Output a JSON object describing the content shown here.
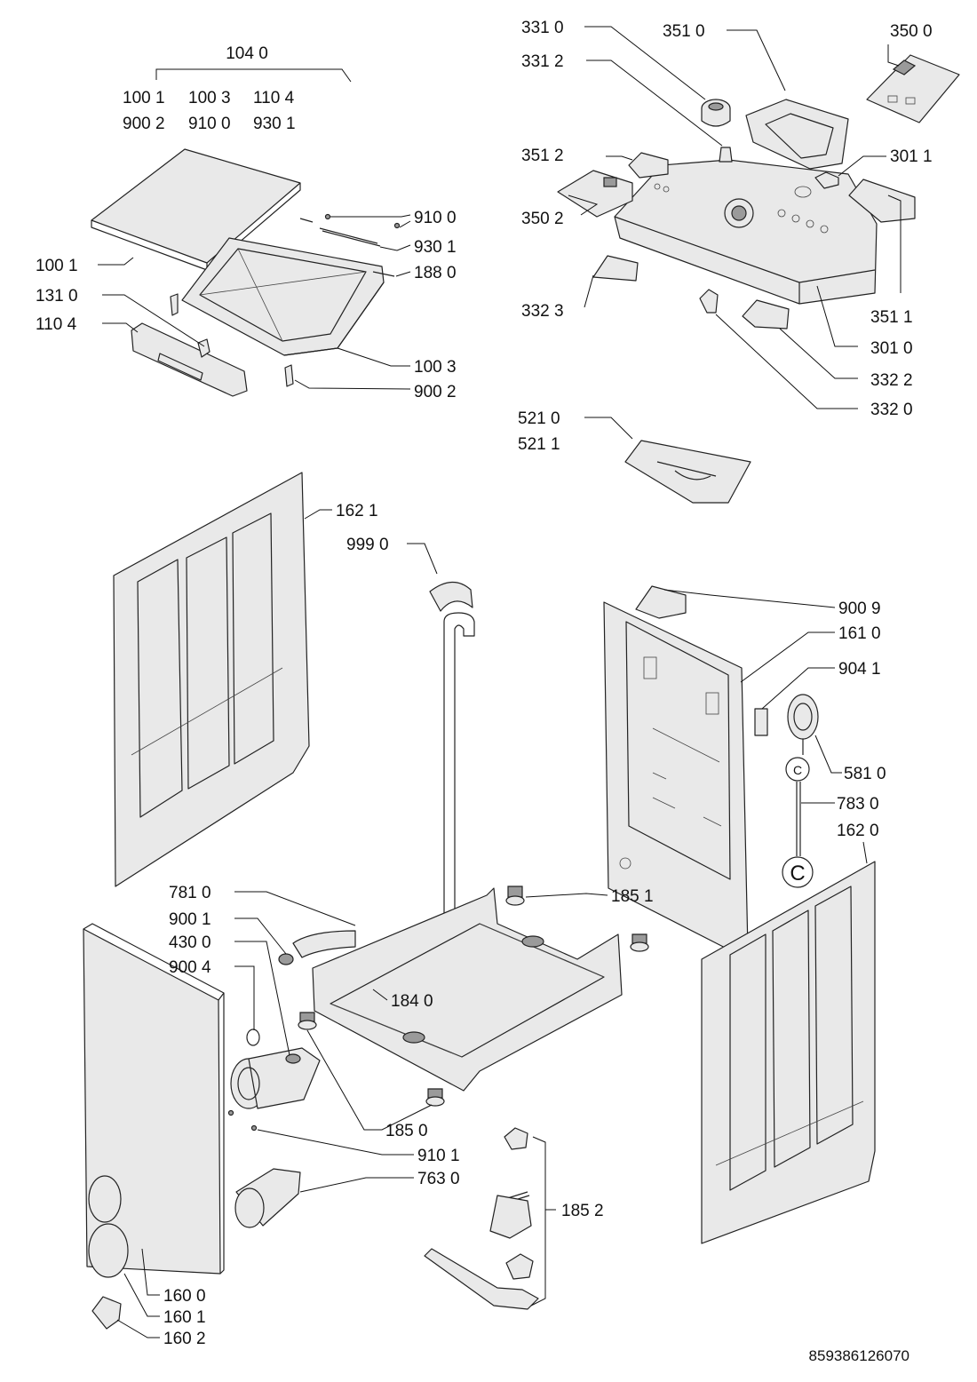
{
  "labels": {
    "l_1040": "104 0",
    "l_1001_top": "100 1",
    "l_1003_top": "100 3",
    "l_1104_top": "110 4",
    "l_9002_top": "900 2",
    "l_9100_top": "910 0",
    "l_9301_top": "930 1",
    "l_9100": "910 0",
    "l_9301": "930 1",
    "l_1880": "188 0",
    "l_1001": "100 1",
    "l_1310": "131 0",
    "l_1104": "110 4",
    "l_1003": "100 3",
    "l_9002": "900 2",
    "l_3310": "331 0",
    "l_3312": "331 2",
    "l_3510": "351 0",
    "l_3500": "350 0",
    "l_3512": "351 2",
    "l_3011": "301 1",
    "l_3502": "350 2",
    "l_3323": "332 3",
    "l_3511": "351 1",
    "l_3010": "301 0",
    "l_3322": "332 2",
    "l_3320": "332 0",
    "l_5210": "521 0",
    "l_5211": "521 1",
    "l_1621": "162 1",
    "l_9990": "999 0",
    "l_9009": "900 9",
    "l_1610": "161 0",
    "l_9041": "904 1",
    "l_5810": "581 0",
    "l_7830": "783 0",
    "l_1620": "162 0",
    "l_7810": "781 0",
    "l_9001": "900 1",
    "l_4300": "430 0",
    "l_9004": "900 4",
    "l_1851": "185 1",
    "l_1840": "184 0",
    "l_1850": "185 0",
    "l_9101": "910 1",
    "l_7630": "763 0",
    "l_1852": "185 2",
    "l_1600": "160 0",
    "l_1601": "160 1",
    "l_1602": "160 2",
    "doc_number": "859386126070"
  },
  "connector_symbol": "C"
}
